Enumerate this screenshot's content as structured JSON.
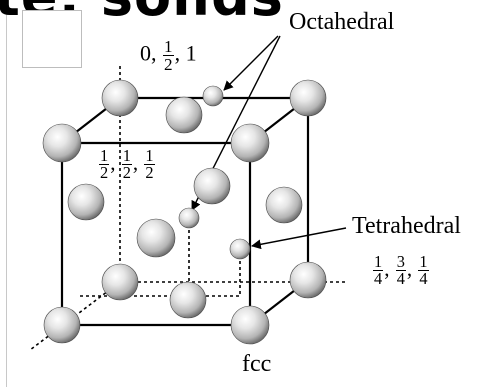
{
  "header": {
    "fragment": "te: solids"
  },
  "labels": {
    "octahedral": "Octahedral",
    "tetrahedral": "Tetrahedral",
    "structure": "fcc"
  },
  "coordinates": {
    "top": {
      "a": "0",
      "b_num": "1",
      "b_den": "2",
      "c": "1",
      "sep": ","
    },
    "center": {
      "a_num": "1",
      "a_den": "2",
      "b_num": "1",
      "b_den": "2",
      "c_num": "1",
      "c_den": "2",
      "sep": ","
    },
    "tetra": {
      "a_num": "1",
      "a_den": "4",
      "b_num": "3",
      "b_den": "4",
      "c_num": "1",
      "c_den": "4",
      "sep": ","
    }
  },
  "colors": {
    "line": "#000000",
    "sphere_light": "#ffffff",
    "sphere_mid": "#b4b4b4",
    "sphere_dark": "#5a5a5a"
  }
}
